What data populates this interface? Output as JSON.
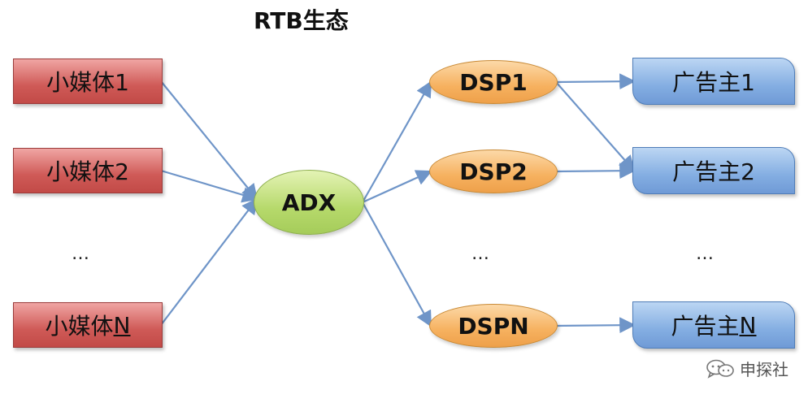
{
  "title": "RTB生态",
  "media": [
    {
      "label": "小媒体1"
    },
    {
      "label": "小媒体2"
    },
    {
      "label": "小媒体",
      "suffix": "N"
    }
  ],
  "adx": {
    "label": "ADX"
  },
  "dsps": [
    {
      "label": "DSP1"
    },
    {
      "label": "DSP2"
    },
    {
      "label": "DSPN"
    }
  ],
  "advertisers": [
    {
      "label": "广告主1"
    },
    {
      "label": "广告主2"
    },
    {
      "label": "广告主",
      "suffix": "N"
    }
  ],
  "ellipsis": "…",
  "watermark": {
    "text": "申探社",
    "icon": "chat-bubbles-icon"
  },
  "colors": {
    "media_fill": "#cf5a57",
    "adx_fill": "#b6d96b",
    "dsp_fill": "#f6b15f",
    "advertiser_fill": "#84aee2",
    "arrow": "#6f95c8"
  },
  "edges": [
    [
      "media-1",
      "adx"
    ],
    [
      "media-2",
      "adx"
    ],
    [
      "media-n",
      "adx"
    ],
    [
      "adx",
      "dsp-1"
    ],
    [
      "adx",
      "dsp-2"
    ],
    [
      "adx",
      "dsp-n"
    ],
    [
      "dsp-1",
      "advertiser-1"
    ],
    [
      "dsp-1",
      "advertiser-2"
    ],
    [
      "dsp-2",
      "advertiser-2"
    ],
    [
      "dsp-n",
      "advertiser-n"
    ]
  ]
}
